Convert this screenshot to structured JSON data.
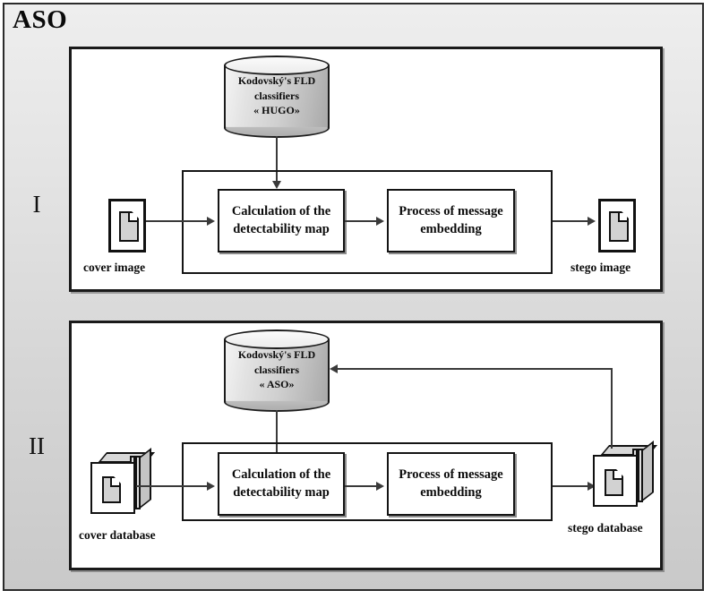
{
  "diagram": {
    "title": "ASO",
    "sections": [
      {
        "numeral": "I",
        "database": {
          "line1": "Kodovský's FLD",
          "line2": "classifiers",
          "line3": "« HUGO»"
        },
        "input": {
          "caption": "cover image",
          "icon": "single-image-icon"
        },
        "output": {
          "caption": "stego image",
          "icon": "single-image-icon"
        },
        "steps": [
          {
            "label": "Calculation of the detectability map"
          },
          {
            "label": "Process of message embedding"
          }
        ]
      },
      {
        "numeral": "II",
        "database": {
          "line1": "Kodovský's FLD",
          "line2": "classifiers",
          "line3": "« ASO»"
        },
        "input": {
          "caption": "cover database",
          "icon": "database-stack-icon"
        },
        "output": {
          "caption": "stego database",
          "icon": "database-stack-icon"
        },
        "steps": [
          {
            "label": "Calculation of the detectability map"
          },
          {
            "label": "Process of message embedding"
          }
        ]
      }
    ],
    "colors": {
      "background_top": "#eeeeee",
      "background_bottom": "#c9c9c9",
      "panel": "#ffffff",
      "stroke": "#141414",
      "connector": "#3a3a3a",
      "cylinder_fill": "#cfcfcf",
      "document_fill": "#d2d2d2"
    }
  }
}
